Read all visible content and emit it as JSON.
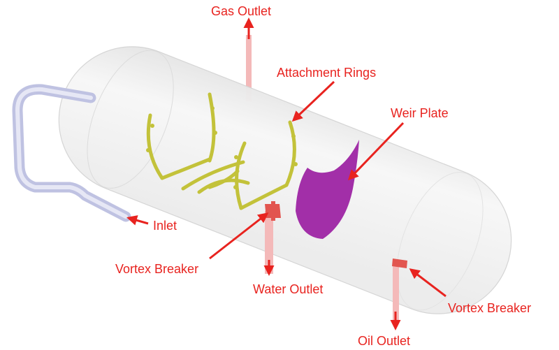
{
  "labels": {
    "gas_outlet": "Gas Outlet",
    "attachment_rings": "Attachment Rings",
    "weir_plate": "Weir Plate",
    "inlet": "Inlet",
    "vortex_breaker_left": "Vortex Breaker",
    "water_outlet": "Water Outlet",
    "vortex_breaker_right": "Vortex Breaker",
    "oil_outlet": "Oil Outlet"
  },
  "colors": {
    "label": "#e8231f",
    "arrow": "#e8231f",
    "vessel": "#f2f2f2",
    "vessel_edge": "#d6d6d6",
    "inlet_pipe": "#c9cbe6",
    "rings": "#c8c83a",
    "weir_plate": "#a22fa8",
    "nozzle": "#f1a6a6",
    "vortex_breaker": "#e2554f"
  }
}
